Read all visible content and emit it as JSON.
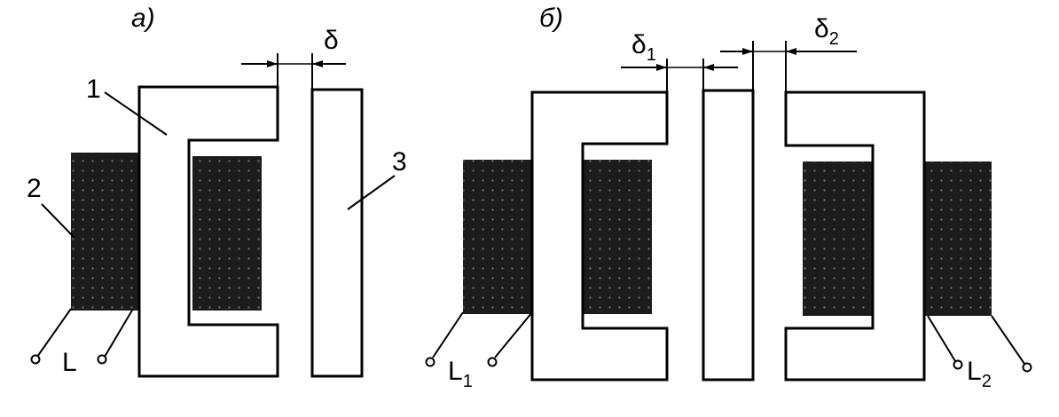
{
  "panels": {
    "a": {
      "label": "а)",
      "core_number": "1",
      "coil_number": "2",
      "armature_number": "3",
      "gap_label": "δ",
      "terminal_label": "L"
    },
    "b": {
      "label": "б)",
      "gap1_symbol": "δ",
      "gap1_sub": "1",
      "gap2_symbol": "δ",
      "gap2_sub": "2",
      "terminal1_symbol": "L",
      "terminal1_sub": "1",
      "terminal2_symbol": "L",
      "terminal2_sub": "2"
    }
  },
  "colors": {
    "line": "#000000",
    "coil_fill": "#1c1c1c",
    "background": "#ffffff"
  }
}
